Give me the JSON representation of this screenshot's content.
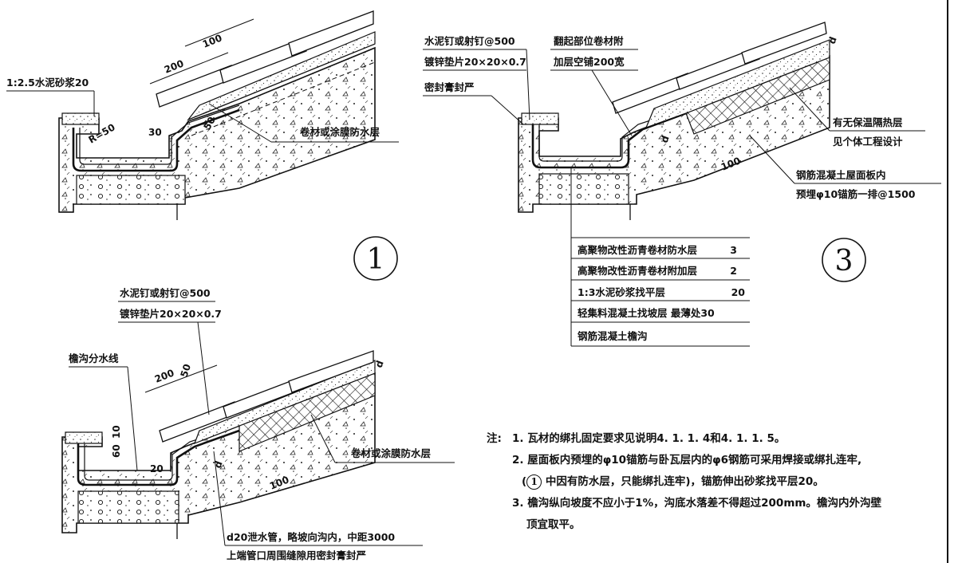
{
  "detail1": {
    "number": "1",
    "mortar_label": "1:2.5水泥砂浆20",
    "membrane_label": "卷材或涂膜防水层",
    "dim_200": "200",
    "dim_100": "100",
    "dim_30": "30",
    "dim_r50": "R=50",
    "dim_50": "50"
  },
  "detail2": {
    "nail_label_1": "水泥钉或射钉@500",
    "nail_label_2": "镀锌垫片20×20×0.7",
    "divide_label": "檐沟分水线",
    "membrane_label": "卷材或涂膜防水层",
    "drain_label_1": "d20泄水管，略坡向沟内，中距3000",
    "drain_label_2": "上端管口周围缝隙用密封膏封严",
    "dim_200": "200",
    "dim_50": "50",
    "dim_10": "10",
    "dim_60": "60",
    "dim_20": "20",
    "dim_100": "100",
    "dim_d": "d",
    "dim_d2": "d"
  },
  "detail3": {
    "number": "3",
    "nail_label_1": "水泥钉或射钉@500",
    "nail_label_2": "镀锌垫片20×20×0.7",
    "upturn_label_1": "翻起部位卷材附",
    "upturn_label_2": "加层空铺200宽",
    "seal_label": "密封膏封严",
    "insul_label_1": "有无保温隔热层",
    "insul_label_2": "见个体工程设计",
    "anchor_label_1": "钢筋混凝土屋面板内",
    "anchor_label_2": "预埋φ10锚筋一排@1500",
    "dim_100": "100",
    "dim_d": "d",
    "dim_d2": "d"
  },
  "layers_table": [
    {
      "name": "高聚物改性沥青卷材防水层",
      "value": "3"
    },
    {
      "name": "高聚物改性沥青卷材附加层",
      "value": "2"
    },
    {
      "name": "1:3水泥砂浆找平层",
      "value": "20"
    },
    {
      "name": "轻集料混凝土找坡层 最薄处30",
      "value": ""
    },
    {
      "name": "钢筋混凝土檐沟",
      "value": ""
    }
  ],
  "notes": {
    "prefix": "注:",
    "item1": "1. 瓦材的绑扎固定要求见说明4. 1. 1. 4和4. 1. 1. 5。",
    "item2_line1": "2. 屋面板内预埋的φ10锚筋与卧瓦层内的φ6钢筋可采用焊接或绑扎连牢,",
    "item2_line2_open": "(",
    "item2_circled": "1",
    "item2_line2_rest": " 中因有防水层，只能绑扎连牢)，锚筋伸出砂浆找平层20。",
    "item3_line1": "3. 檐沟纵向坡度不应小于1%，沟底水落差不得超过200mm。檐沟内外沟壁",
    "item3_line2": "顶宜取平。"
  }
}
